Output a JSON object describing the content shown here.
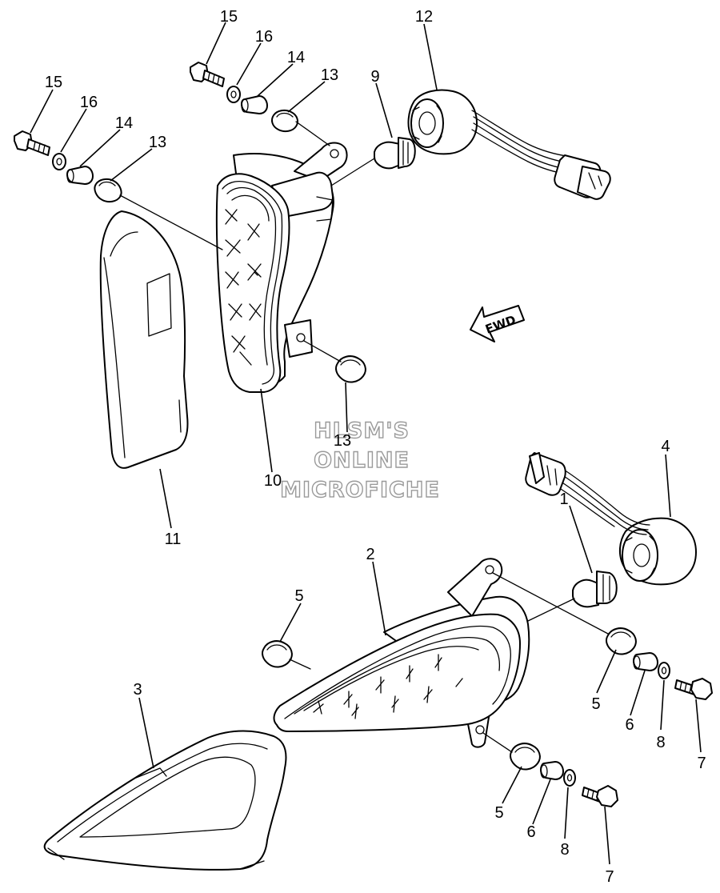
{
  "watermark": {
    "line1": "HLSM'S",
    "line2": "ONLINE",
    "line3": "MICROFICHE"
  },
  "direction_arrow": {
    "label": "FWD",
    "icon": "forward-arrow-icon"
  },
  "callouts": {
    "c1": "1",
    "c2": "2",
    "c3": "3",
    "c4": "4",
    "c5a": "5",
    "c5b": "5",
    "c5c": "5",
    "c6a": "6",
    "c6b": "6",
    "c7a": "7",
    "c7b": "7",
    "c8a": "8",
    "c8b": "8",
    "c9": "9",
    "c10": "10",
    "c11": "11",
    "c12": "12",
    "c13a": "13",
    "c13b": "13",
    "c13c": "13",
    "c14a": "14",
    "c14b": "14",
    "c15a": "15",
    "c15b": "15",
    "c16a": "16",
    "c16b": "16"
  }
}
